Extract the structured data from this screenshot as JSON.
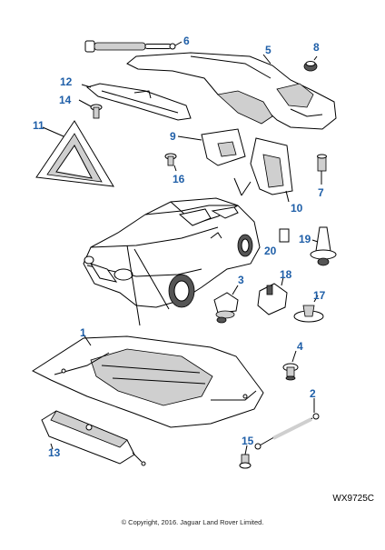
{
  "callouts": {
    "c1": "1",
    "c2": "2",
    "c3": "3",
    "c4": "4",
    "c5": "5",
    "c6": "6",
    "c7": "7",
    "c8": "8",
    "c9": "9",
    "c10": "10",
    "c11": "11",
    "c12": "12",
    "c13": "13",
    "c14": "14",
    "c15": "15",
    "c16": "16",
    "c17": "17",
    "c18": "18",
    "c19": "19",
    "c20": "20"
  },
  "reference_code": "WX9725C",
  "copyright": "© Copyright, 2016. Jaguar Land Rover Limited.",
  "colors": {
    "callout": "#1f5fa8",
    "line": "#000000"
  }
}
